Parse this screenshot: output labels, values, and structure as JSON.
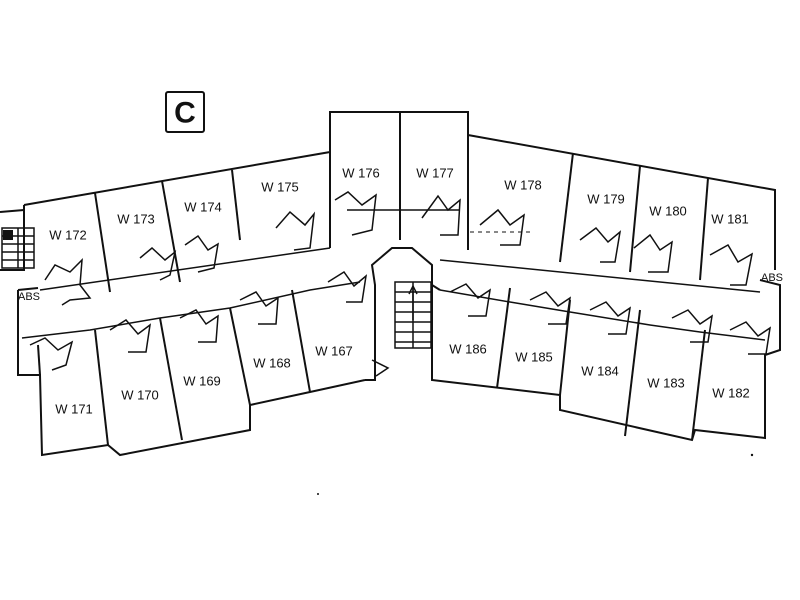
{
  "wing_letter": "C",
  "rooms": {
    "w172": "W 172",
    "w173": "W 173",
    "w174": "W 174",
    "w175": "W 175",
    "w176": "W 176",
    "w177": "W 177",
    "w178": "W 178",
    "w179": "W 179",
    "w180": "W 180",
    "w181": "W 181",
    "w171": "W 171",
    "w170": "W 170",
    "w169": "W 169",
    "w168": "W 168",
    "w167": "W 167",
    "w186": "W 186",
    "w185": "W 185",
    "w184": "W 184",
    "w183": "W 183",
    "w182": "W 182"
  },
  "abs_left": "ABS",
  "abs_right": "ABS"
}
